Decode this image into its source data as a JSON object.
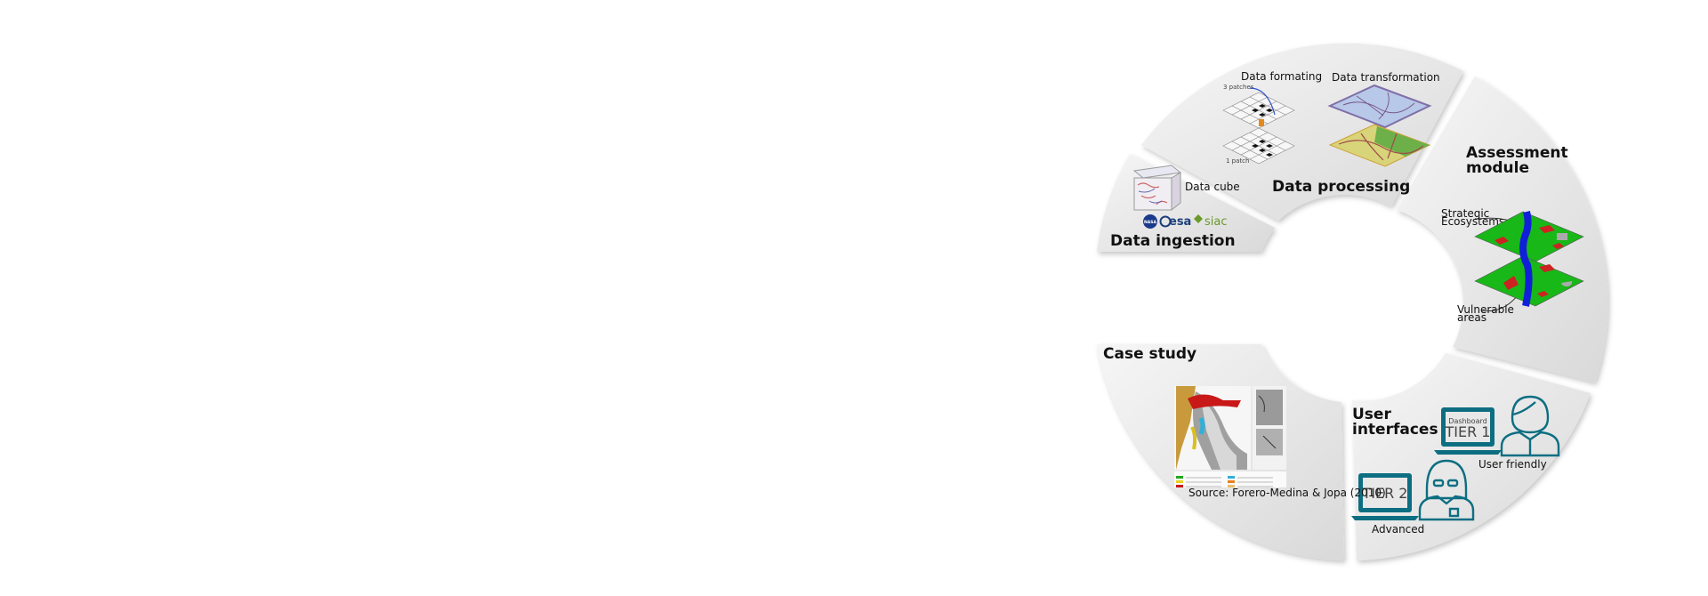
{
  "segments": {
    "data_ingestion": {
      "title": "Data ingestion",
      "cube_label": "Data cube",
      "logos": [
        "NASA",
        "esa",
        "siac"
      ]
    },
    "data_processing": {
      "title": "Data processing",
      "formatting_label": "Data formating",
      "transformation_label": "Data transformation",
      "patches_top": "3 patches",
      "patches_bottom": "1 patch"
    },
    "assessment_module": {
      "title_line1": "Assessment",
      "title_line2": "module",
      "label_strategic_1": "Strategic",
      "label_strategic_2": "Ecosystems",
      "label_vulnerable_1": "Vulnerable",
      "label_vulnerable_2": "areas"
    },
    "user_interfaces": {
      "title_line1": "User",
      "title_line2": "interfaces",
      "tier1_small": "Dashboard",
      "tier1": "TIER 1",
      "tier1_caption": "User friendly",
      "tier2": "TIER 2",
      "tier2_caption": "Advanced"
    },
    "case_study": {
      "title": "Case study",
      "source": "Source: Forero-Medina & Jopa (2010)"
    }
  },
  "colors": {
    "segment_fill": "#ececec",
    "teal": "#0d6e82",
    "green": "#22a81e",
    "blue": "#1020d8",
    "red": "#d81818"
  }
}
